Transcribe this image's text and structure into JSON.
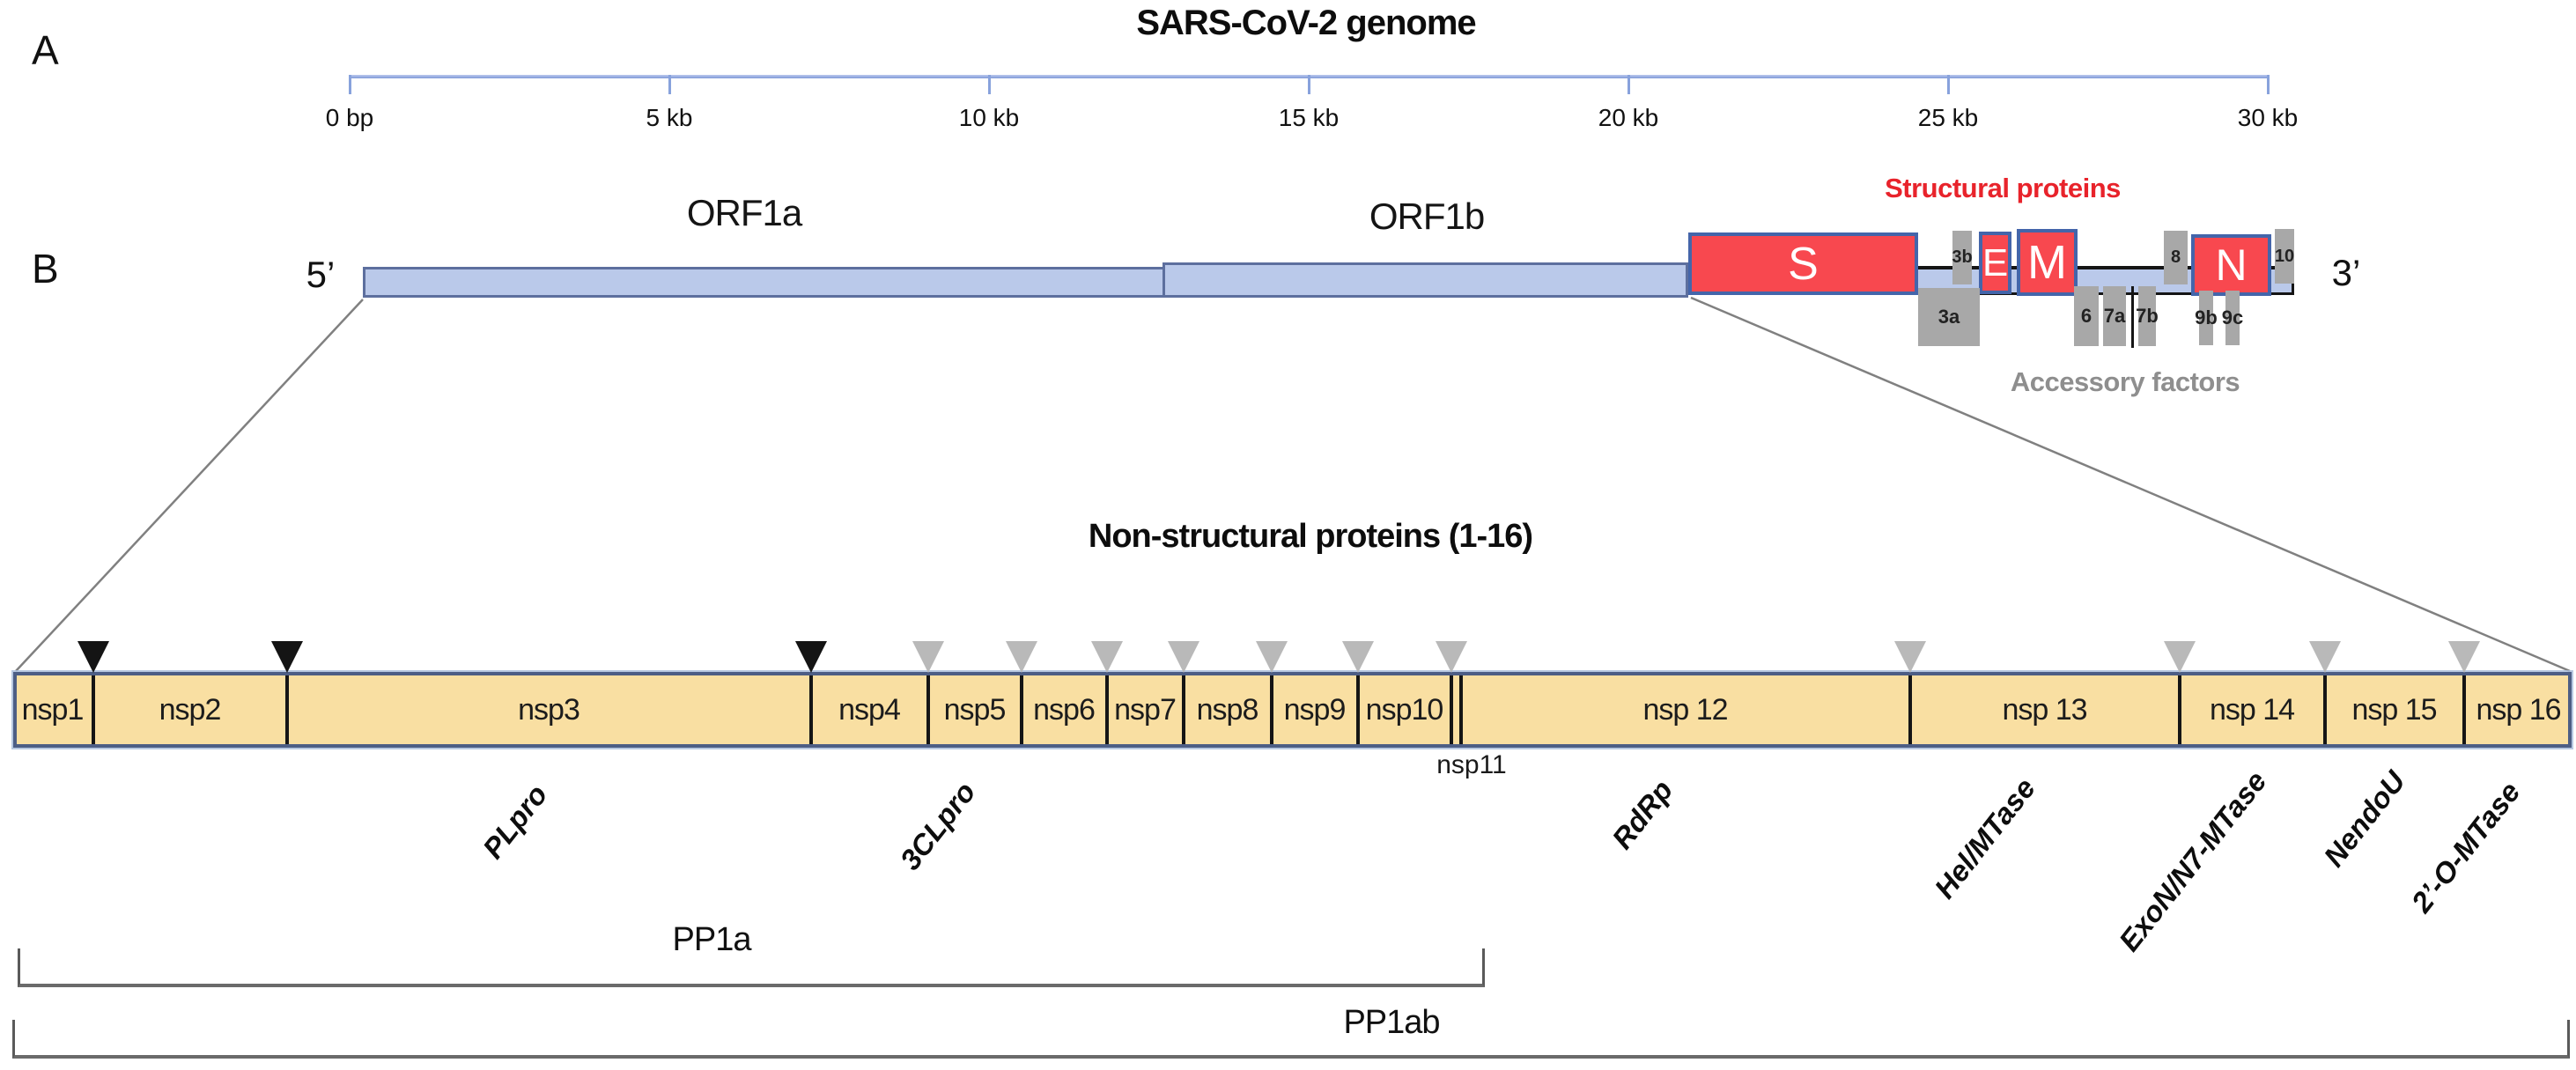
{
  "figure": {
    "panel_a": "A",
    "panel_b": "B"
  },
  "ruler": {
    "title": "SARS-CoV-2 genome",
    "tick_labels": [
      "0 bp",
      "5 kb",
      "10 kb",
      "15 kb",
      "20 kb",
      "25 kb",
      "30 kb"
    ]
  },
  "genome": {
    "five_prime": "5’",
    "three_prime": "3’",
    "orf1a": "ORF1a",
    "orf1b": "ORF1b",
    "structural_heading": "Structural proteins",
    "accessory_heading": "Accessory factors",
    "s": "S",
    "e": "E",
    "m": "M",
    "n": "N",
    "orf3b": "3b",
    "orf8": "8",
    "orf10": "10",
    "orf3a": "3a",
    "orf6": "6",
    "orf7a": "7a",
    "orf7b": "7b",
    "orf9b": "9b",
    "orf9c": "9c"
  },
  "nsp": {
    "heading": "Non-structural proteins (1-16)",
    "labels": [
      "nsp1",
      "nsp2",
      "nsp3",
      "nsp4",
      "nsp5",
      "nsp6",
      "nsp7",
      "nsp8",
      "nsp9",
      "nsp10",
      "nsp 12",
      "nsp 13",
      "nsp 14",
      "nsp 15",
      "nsp 16"
    ],
    "nsp11": "nsp11",
    "domains": [
      "PLpro",
      "3CLpro",
      "RdRp",
      "Hel/MTase",
      "ExoN/N7-MTase",
      "NendoU",
      "2’-O-MTase"
    ]
  },
  "polyproteins": {
    "pp1a": "PP1a",
    "pp1ab": "PP1ab"
  },
  "colors": {
    "accent_red": "#f8484f",
    "box_border_blue": "#4465aa",
    "genome_blue": "#bac9ea",
    "nsp_fill": "#f9dfa2",
    "nsp_border": "#4d5e85",
    "gray_box": "#a8a8a8",
    "ruler_blue": "#88a2dc",
    "heading_red": "#e8232b",
    "heading_gray": "#8e8e8e",
    "triangle_gray": "#b9b9b9",
    "triangle_black": "#141414"
  }
}
